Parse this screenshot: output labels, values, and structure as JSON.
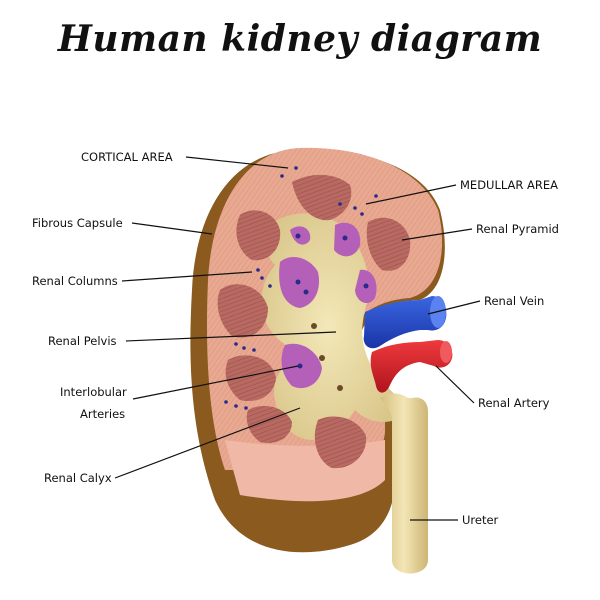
{
  "title": "Human kidney diagram",
  "labels": {
    "cortical_area": "CORTICAL AREA",
    "medullar_area": "MEDULLAR AREA",
    "fibrous_capsule": "Fibrous Capsule",
    "renal_pyramid": "Renal Pyramid",
    "renal_columns": "Renal Columns",
    "renal_vein": "Renal Vein",
    "renal_pelvis": "Renal Pelvis",
    "interlobular_line1": "Interlobular",
    "interlobular_line2": "Arteries",
    "renal_artery": "Renal Artery",
    "renal_calyx": "Renal Calyx",
    "ureter": "Ureter"
  },
  "colors": {
    "capsule": "#8b5a1e",
    "cortex": "#e9a890",
    "pyramid": "#b86a62",
    "pelvis": "#ede0a8",
    "calyx": "#b560b8",
    "vein": "#2047c8",
    "artery": "#d02028",
    "ureter": "#e6d49a"
  }
}
